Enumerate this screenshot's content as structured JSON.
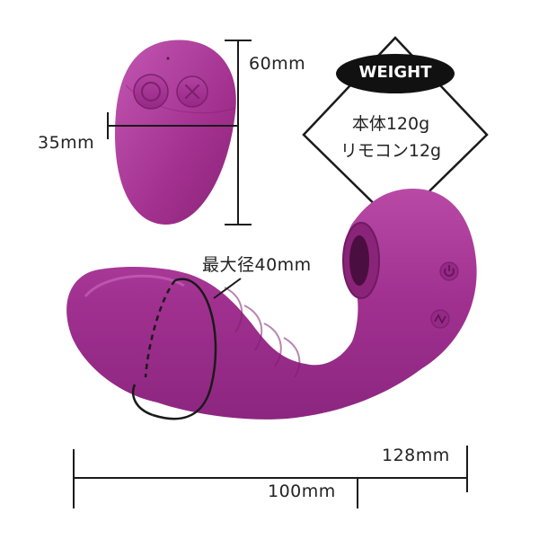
{
  "dimensions": {
    "remote_height": "60mm",
    "remote_width": "35mm",
    "max_diameter": "最大径40mm",
    "length_total": "128mm",
    "length_insert": "100mm"
  },
  "weight": {
    "badge": "WEIGHT",
    "body": "本体120g",
    "remote": "リモコン12g"
  },
  "colors": {
    "product": "#a0308f",
    "product_highlight": "#c457b3",
    "line": "#1a1a1a"
  },
  "icons": {
    "remote_left": "circle-icon",
    "remote_right": "x-icon",
    "power": "power-icon",
    "vibration": "vibration-icon"
  }
}
